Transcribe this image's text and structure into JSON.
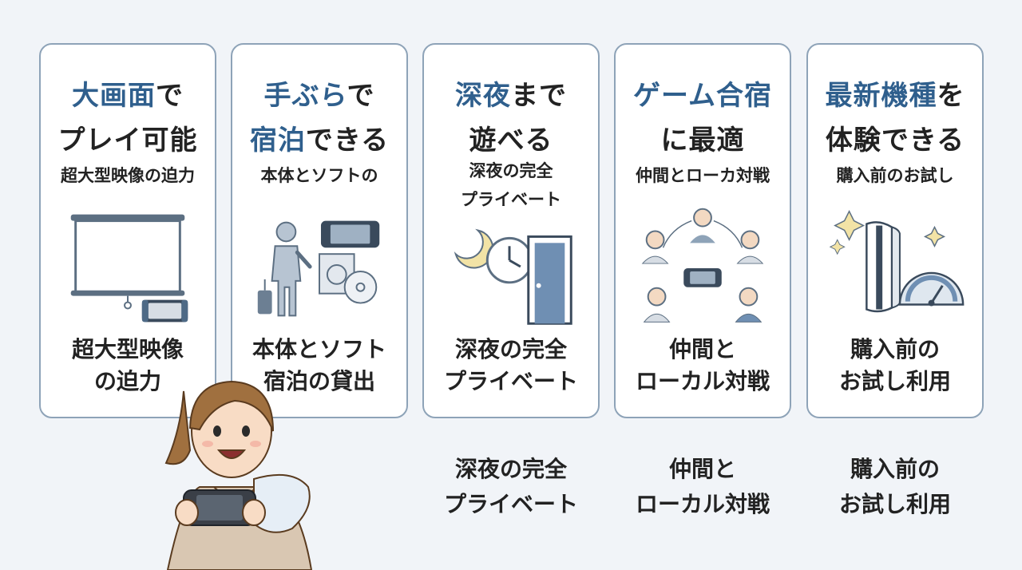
{
  "cards": [
    {
      "title_highlight_1": "大画面",
      "title_rest_1": "で",
      "title_line_2": "プレイ可能",
      "subtitle_1": "超大型映像の迫力",
      "subtitle_2": "",
      "bottom_1": "超大型映像",
      "bottom_2": "の迫力",
      "illustration": "projector-screen-icon"
    },
    {
      "title_highlight_1": "手ぶら",
      "title_rest_1": "で",
      "title_line_2_highlight": "宿泊",
      "title_line_2_rest": "できる",
      "subtitle_1": "本体とソフトの",
      "subtitle_2": "",
      "bottom_1": "本体とソフト",
      "bottom_2": "宿泊の貸出",
      "illustration": "traveler-with-console-icon"
    },
    {
      "title_highlight_1": "深夜",
      "title_rest_1": "まで",
      "title_line_2": "遊べる",
      "subtitle_1": "深夜の完全",
      "subtitle_2": "プライベート",
      "bottom_1": "深夜の完全",
      "bottom_2": "プライベート",
      "illustration": "moon-clock-door-icon"
    },
    {
      "title_highlight_1": "ゲーム合宿",
      "title_rest_1": "",
      "title_line_2": "に最適",
      "subtitle_1": "仲間とローカ対戦",
      "subtitle_2": "",
      "bottom_1": "仲間と",
      "bottom_2": "ローカル対戦",
      "illustration": "friends-playing-icon"
    },
    {
      "title_highlight_1": "最新機種",
      "title_rest_1": "を",
      "title_line_2": "体験できる",
      "subtitle_1": "購入前のお試し",
      "subtitle_2": "",
      "bottom_1": "購入前の",
      "bottom_2": "お試し利用",
      "illustration": "console-speed-gauge-icon"
    }
  ],
  "below": [
    {
      "line_1": "深夜の完全",
      "line_2": "プライベート"
    },
    {
      "line_1": "仲間と",
      "line_2": "ローカル対戦"
    },
    {
      "line_1": "購入前の",
      "line_2": "お試し利用"
    }
  ],
  "colors": {
    "accent": "#2f5f8d",
    "card_border": "#8ea3b8",
    "background": "#f1f4f8"
  }
}
